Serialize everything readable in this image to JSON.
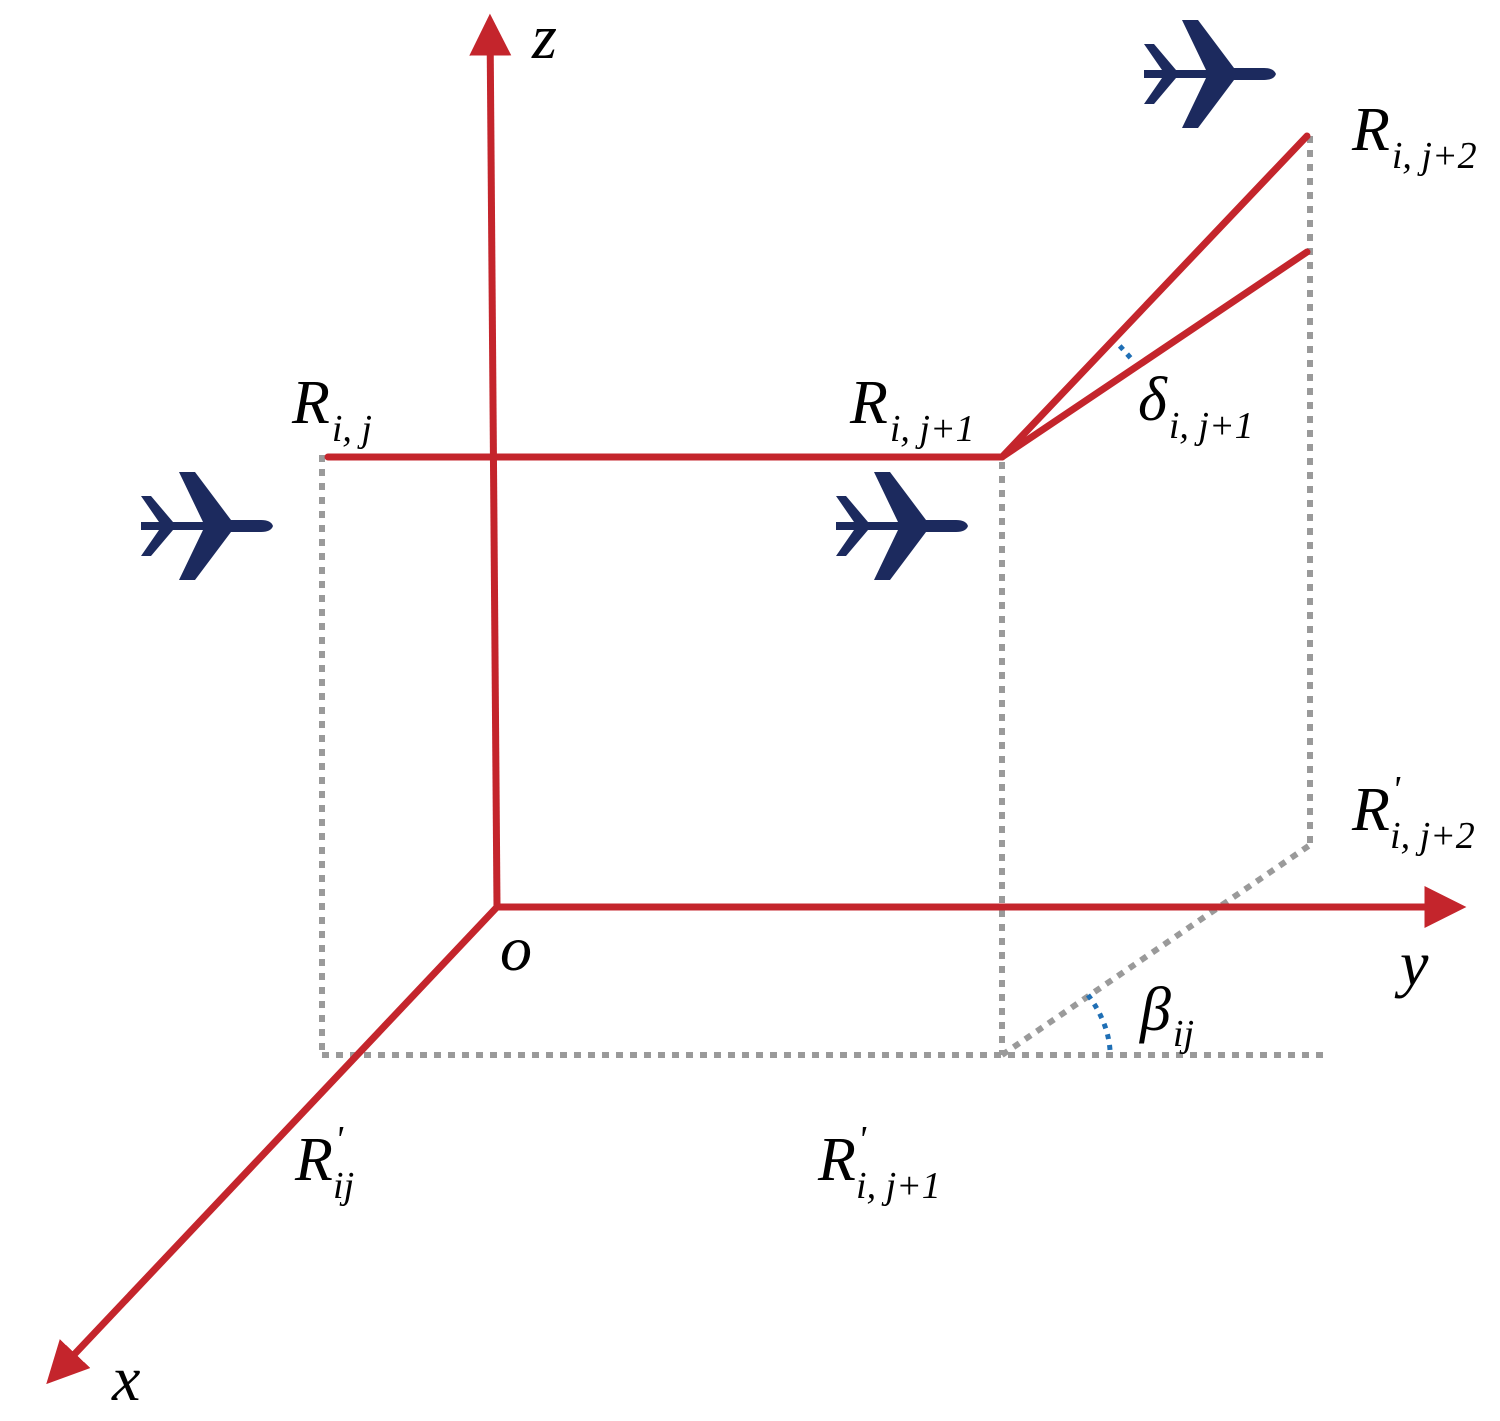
{
  "colors": {
    "axis": "#c4252c",
    "dotted": "#9a9a9a",
    "angle": "#1f6fb5",
    "plane": "#1c2a5e"
  },
  "axes": {
    "z": "z",
    "y": "y",
    "x": "x",
    "origin": "o"
  },
  "labels": {
    "r_ij": {
      "main": "R",
      "sub": "i, j"
    },
    "r_ij1": {
      "main": "R",
      "sub": "i, j+1"
    },
    "r_ij2": {
      "main": "R",
      "sub": "i, j+2"
    },
    "delta": {
      "main": "δ",
      "sub": "i, j+1"
    },
    "rp_ij2": {
      "main": "R",
      "prime": "'",
      "sub": "i, j+2"
    },
    "rp_ij": {
      "main": "R",
      "prime": "'",
      "sub": "ij"
    },
    "rp_ij1": {
      "main": "R",
      "prime": "'",
      "sub": "i, j+1"
    },
    "beta": {
      "main": "β",
      "sub": "ij"
    }
  },
  "icons": [
    "airplane-icon",
    "airplane-icon",
    "airplane-icon"
  ]
}
